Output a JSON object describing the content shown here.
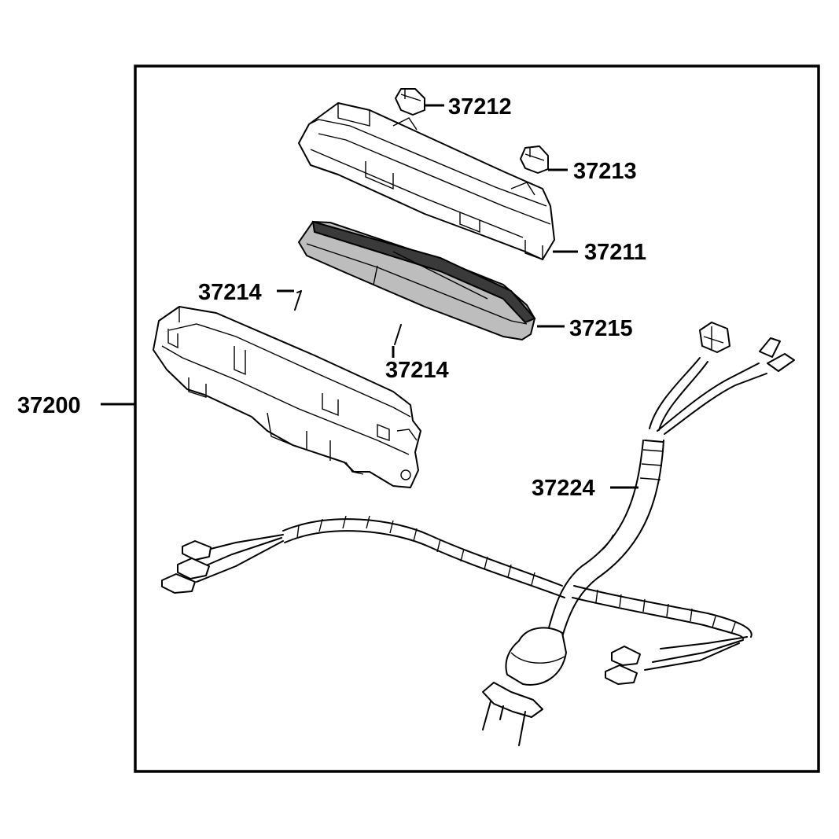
{
  "labels": {
    "assembly": "37200",
    "cover_button_1": "37212",
    "cover_button_2": "37213",
    "upper_case": "37211",
    "screw_1": "37214",
    "screw_2": "37214",
    "lens_gasket": "37215",
    "wire_harness": "37224"
  }
}
